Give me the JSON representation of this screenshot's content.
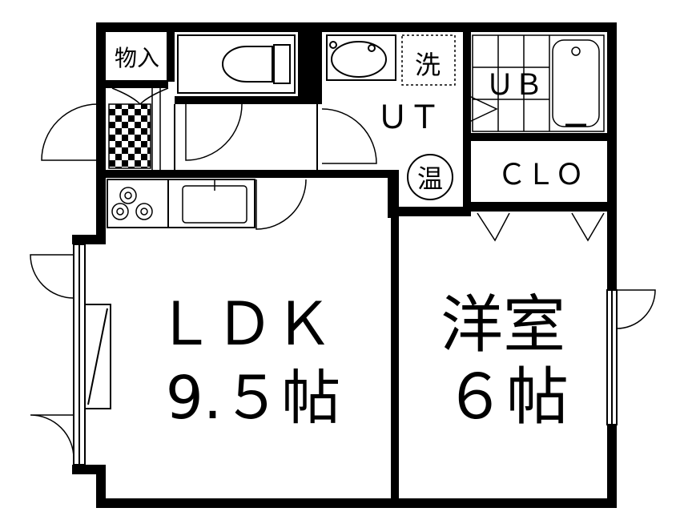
{
  "rooms": {
    "storage": "物入",
    "washer": "洗",
    "utility": "ＵＴ",
    "bath": "ＵＢ",
    "water_heater": "温",
    "closet": "ＣＬＯ",
    "ldk_name": "ＬＤＫ",
    "ldk_size": "9.５帖",
    "western_name": "洋室",
    "western_size": "６帖"
  },
  "colors": {
    "wall": "#000000",
    "background": "#ffffff"
  }
}
